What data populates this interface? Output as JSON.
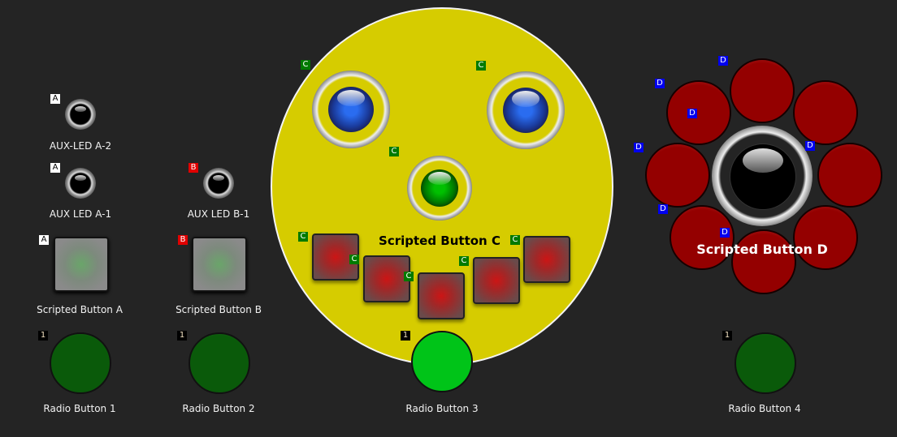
{
  "aux_leds": [
    {
      "label": "AUX-LED A-2",
      "badge": "A"
    },
    {
      "label": "AUX LED A-1",
      "badge": "A"
    },
    {
      "label": "AUX LED B-1",
      "badge": "B"
    }
  ],
  "scripted_buttons": [
    {
      "label": "Scripted Button A",
      "badge": "A"
    },
    {
      "label": "Scripted Button B",
      "badge": "B"
    }
  ],
  "group_c": {
    "label": "Scripted Button C",
    "badge": "C"
  },
  "group_d": {
    "label": "Scripted Button D",
    "badge": "D"
  },
  "radio_buttons": [
    {
      "label": "Radio Button 1",
      "badge": "1",
      "selected": false
    },
    {
      "label": "Radio Button 2",
      "badge": "1",
      "selected": false
    },
    {
      "label": "Radio Button 3",
      "badge": "1",
      "selected": true
    },
    {
      "label": "Radio Button 4",
      "badge": "1",
      "selected": false
    }
  ],
  "colors": {
    "background": "#242424",
    "yellow_panel": "#d6cc00",
    "badge_c": "#007a00",
    "badge_d": "#0000ee",
    "badge_b": "#e00000"
  }
}
